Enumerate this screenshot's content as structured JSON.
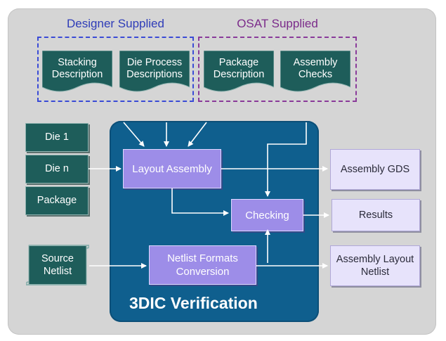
{
  "groups": {
    "designer": {
      "title": "Designer Supplied",
      "color": "#2e3cb8"
    },
    "osat": {
      "title": "OSAT Supplied",
      "color": "#7b2b8a"
    }
  },
  "inputs": {
    "stacking": "Stacking Description",
    "die_process": "Die Process Descriptions",
    "package_desc": "Package Description",
    "assembly_checks": "Assembly Checks"
  },
  "sources": {
    "die1": "Die 1",
    "dien": "Die n",
    "package": "Package",
    "source_netlist": "Source Netlist"
  },
  "verification": {
    "title": "3DIC Verification",
    "layout_assembly": "Layout Assembly",
    "checking": "Checking",
    "netlist_conversion": "Netlist Formats Conversion"
  },
  "outputs": {
    "assembly_gds": "Assembly GDS",
    "results": "Results",
    "assembly_layout_netlist": "Assembly Layout Netlist"
  },
  "colors": {
    "dark_teal": "#1e5d5a",
    "verify_blue": "#0f5f8e",
    "process_purple": "#9d8de8",
    "output_lavender": "#e7e3fb"
  }
}
